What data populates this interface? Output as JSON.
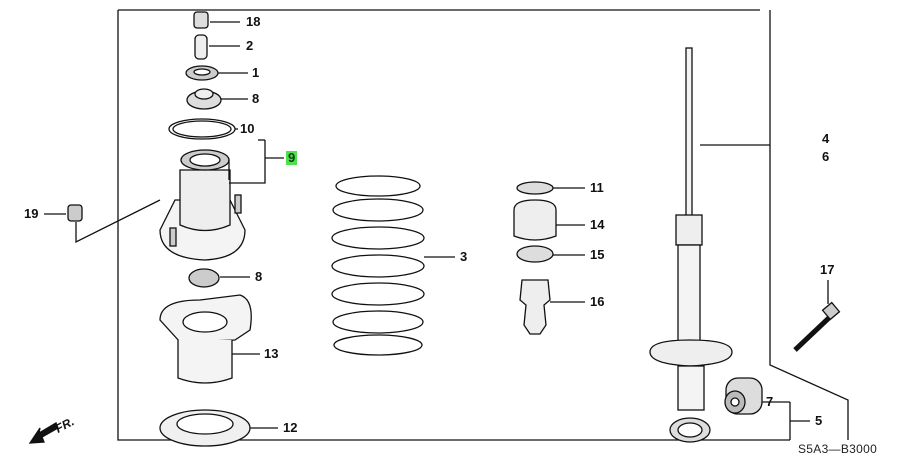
{
  "diagram": {
    "code": "S5A3—B3000",
    "direction_label": "FR.",
    "highlight_color": "#4ee04e",
    "callouts": {
      "p18": "18",
      "p2": "2",
      "p1": "1",
      "p8a": "8",
      "p10": "10",
      "p9": "9",
      "p19": "19",
      "p8b": "8",
      "p13": "13",
      "p12": "12",
      "p3": "3",
      "p11": "11",
      "p14": "14",
      "p15": "15",
      "p16": "16",
      "p4": "4",
      "p6": "6",
      "p17": "17",
      "p7": "7",
      "p5": "5"
    }
  }
}
